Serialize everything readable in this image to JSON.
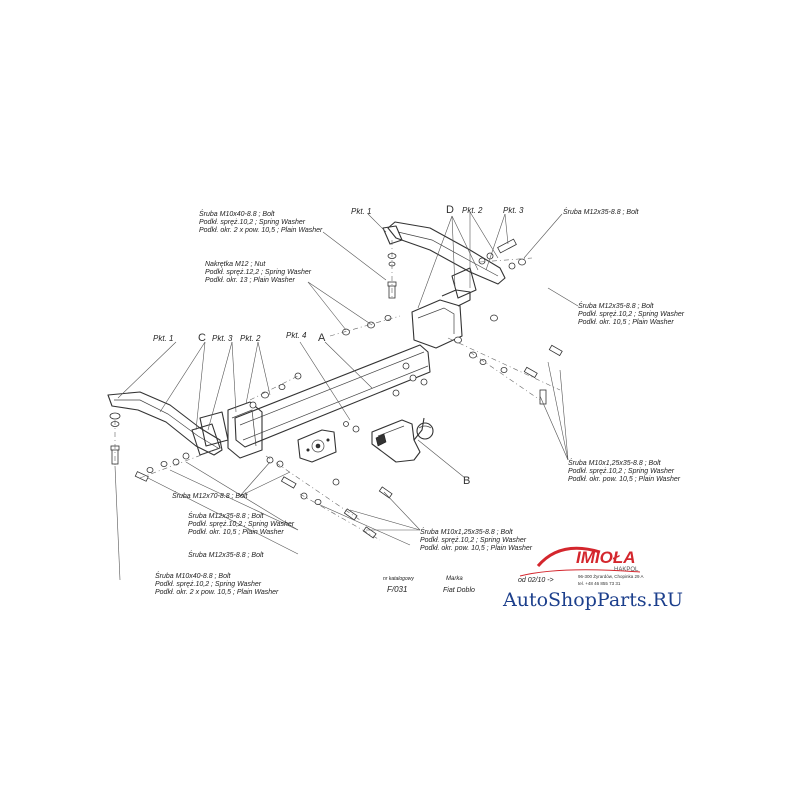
{
  "labels": {
    "pkt1_top": "Pkt. 1",
    "pkt2_top": "Pkt. 2",
    "pkt3_top": "Pkt. 3",
    "d": "D",
    "pkt1_left": "Pkt. 1",
    "c": "C",
    "pkt3_left": "Pkt. 3",
    "pkt2_left": "Pkt. 2",
    "pkt4": "Pkt. 4",
    "a": "A",
    "b": "B"
  },
  "callouts": {
    "top_left_bolt": [
      "Śruba M10x40-8.8 ;  Bolt",
      "Podkł. spręż.10,2 ;  Spring Washer",
      "Podkł. okr. 2 x pow. 10,5 ;  Plain Washer"
    ],
    "nut_group": [
      "Nakrętka M12 ;  Nut",
      "Podkł. spręż.12,2 ;  Spring Washer",
      "Podkł. okr. 13 ;  Plain Washer"
    ],
    "top_right_bolt": [
      "Śruba M12x35-8.8 ;  Bolt"
    ],
    "right_bolt_m12": [
      "Śruba M12x35-8.8 ;  Bolt",
      "Podkł. spręż.10,2 ;  Spring Washer",
      "Podkł. okr. 10,5 ;  Plain Washer"
    ],
    "right_bolt_m10": [
      "Śruba M10x1,25x35-8.8 ;  Bolt",
      "Podkł. spręż.10,2 ;  Spring Washer",
      "Podkł. okr. pow. 10,5 ;  Plain Washer"
    ],
    "bolt_m12x70": [
      "Śruba M12x70-8.8 ;  Bolt"
    ],
    "mid_left_m12": [
      "Śruba M12x35-8.8 ;  Bolt",
      "Podkł. spręż.10,2 ;  Spring Washer",
      "Podkł. okr. 10,5 ;  Plain Washer"
    ],
    "low_left_m12": [
      "Śruba M12x35-8.8 ;  Bolt"
    ],
    "bottom_left_m10": [
      "Śruba M10x40-8.8 ;  Bolt",
      "Podkł. spręż.10,2 ;  Spring Washer",
      "Podkł. okr. 2 x pow. 10,5 ;  Plain Washer"
    ],
    "bottom_mid_m10": [
      "Śruba M10x1,25x35-8.8 ;  Bolt",
      "Podkł. spręż.10,2 ;  Spring Washer",
      "Podkł. okr. pow. 10,5 ;  Plain Washer"
    ]
  },
  "info": {
    "catalog_label": "nr katalogowy",
    "catalog_number": "F/031",
    "brand_label": "Marka",
    "brand_value": "Fiat Doblo",
    "date_label": "od 02/10 ->"
  },
  "logo": {
    "name": "IMIOŁA",
    "sub": "HAKPOL",
    "address_line1": "96-300 Żyrardów, Chopinka 29 A",
    "address_line2": "tel. +48 46 855 73 31",
    "brand_color": "#d4262d"
  },
  "watermark": {
    "text": "AutoShopParts.RU",
    "color": "#1c3f8c"
  }
}
